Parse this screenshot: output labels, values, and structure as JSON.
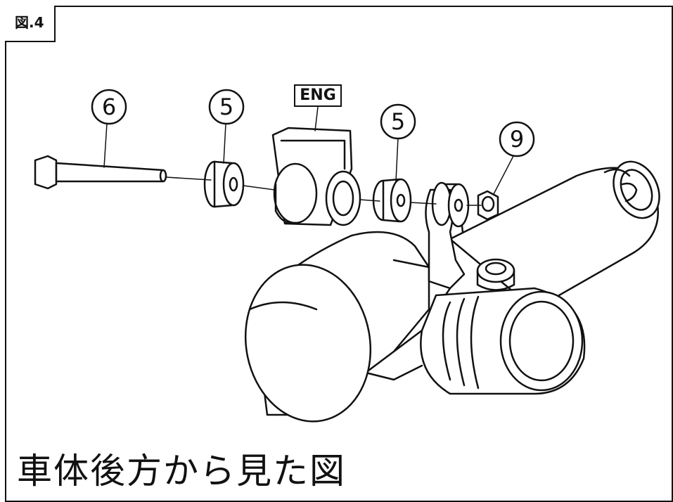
{
  "figure_label": "図.4",
  "engine_label": "ENG",
  "callouts": {
    "bolt": "6",
    "collar_left": "5",
    "collar_right": "5",
    "nut": "9"
  },
  "caption": "車体後方から見た図"
}
